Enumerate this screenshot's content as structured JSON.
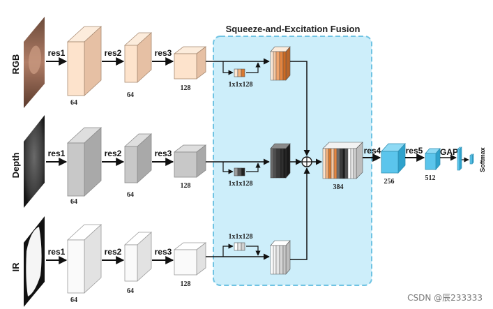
{
  "title": "Squeeze-and-Excitation Fusion",
  "modalities": [
    "RGB",
    "Depth",
    "IR"
  ],
  "stages": {
    "res1": "res1",
    "res2": "res2",
    "res3": "res3",
    "res4": "res4",
    "res5": "res5"
  },
  "dims": {
    "c64": "64",
    "c128": "128",
    "se_vector": "1x1x128",
    "concat": "384",
    "res4_out": "256",
    "res5_out": "512"
  },
  "head": {
    "gap": "GAP",
    "softmax": "Softmax"
  },
  "watermark": "CSDN @辰233333",
  "colors": {
    "panel_fill": "#cdeefa",
    "panel_stroke": "#6fc3e3",
    "rgb_front": "#fde3cc",
    "rgb_top": "#fcecdc",
    "rgb_side": "#e6c0a4",
    "depth_front": "#c8c8c8",
    "depth_top": "#dedede",
    "depth_side": "#a9a9a9",
    "ir_front": "#fafafa",
    "ir_top": "#ffffff",
    "ir_side": "#e2e2e2",
    "res_front": "#5bc5ec",
    "res_top": "#8fdaf4",
    "res_side": "#2fa2cc"
  }
}
